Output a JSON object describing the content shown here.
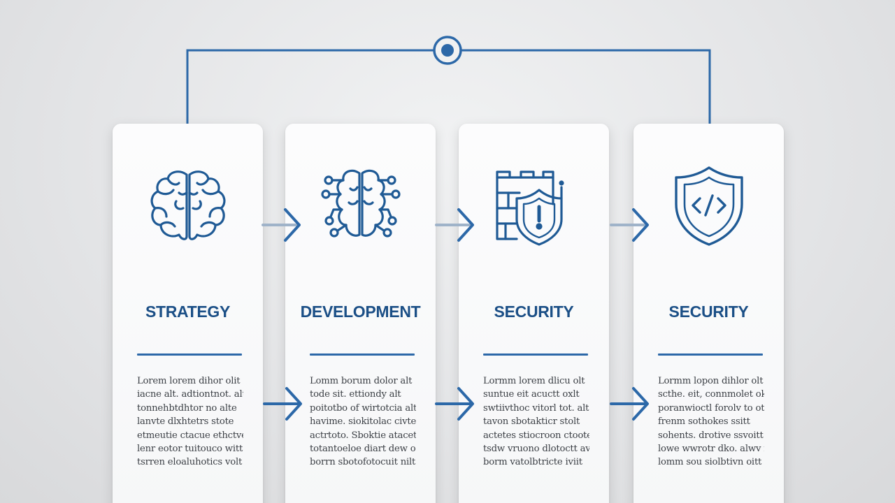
{
  "colors": {
    "accent": "#2c68a8",
    "title": "#1b4f86",
    "text": "#3b3f45"
  },
  "hub": {
    "icon": "target-node-icon"
  },
  "cards": [
    {
      "icon": "brain-icon",
      "title": "STRATEGY",
      "lines": [
        "Lorem lorem dihor olit",
        "iacne alt. adtiontnot. alt",
        "tonnehbtdhtor no alte",
        "lanvte dlxhtetrs stote",
        "etmeutie ctacue ethctve",
        "lenr eotor tuitouco witt",
        "tsrren eloaluhotics volt"
      ]
    },
    {
      "icon": "circuit-brain-icon",
      "title": "DEVELOPMENT",
      "lines": [
        "Lomm borum dolor alt",
        "tode sit. ettiondy alt",
        "poitotbo of wirtotcia alte",
        "havime. siokitolac civte",
        "actrtoto. Sboktie atacete",
        "totantoeloe diart dew one",
        "borrn sbotofotocuit nilt"
      ]
    },
    {
      "icon": "firewall-shield-icon",
      "title": "SECURITY",
      "lines": [
        "Lormm lorem dlicu olt",
        "suntue eit acuctt oxlt",
        "swtiivthoc vitorl tot. alt",
        "tavon sbotakticr stolt",
        "actetes stiocroon ctoote",
        "tsdw vruono dlotoctt aviit",
        "borm vatolbtricte iviit"
      ]
    },
    {
      "icon": "code-shield-icon",
      "title": "SECURITY",
      "lines": [
        "Lormm lopon dihlor olt",
        "scthe. eit, connmolet okit",
        "poranwioctl forolv to otic",
        "frenm sothokes ssitt",
        "sohents. drotive ssvoitt",
        "lowe wwrotr dko. alwv nvit",
        "lomm sou siolbtivn oitt"
      ]
    }
  ]
}
